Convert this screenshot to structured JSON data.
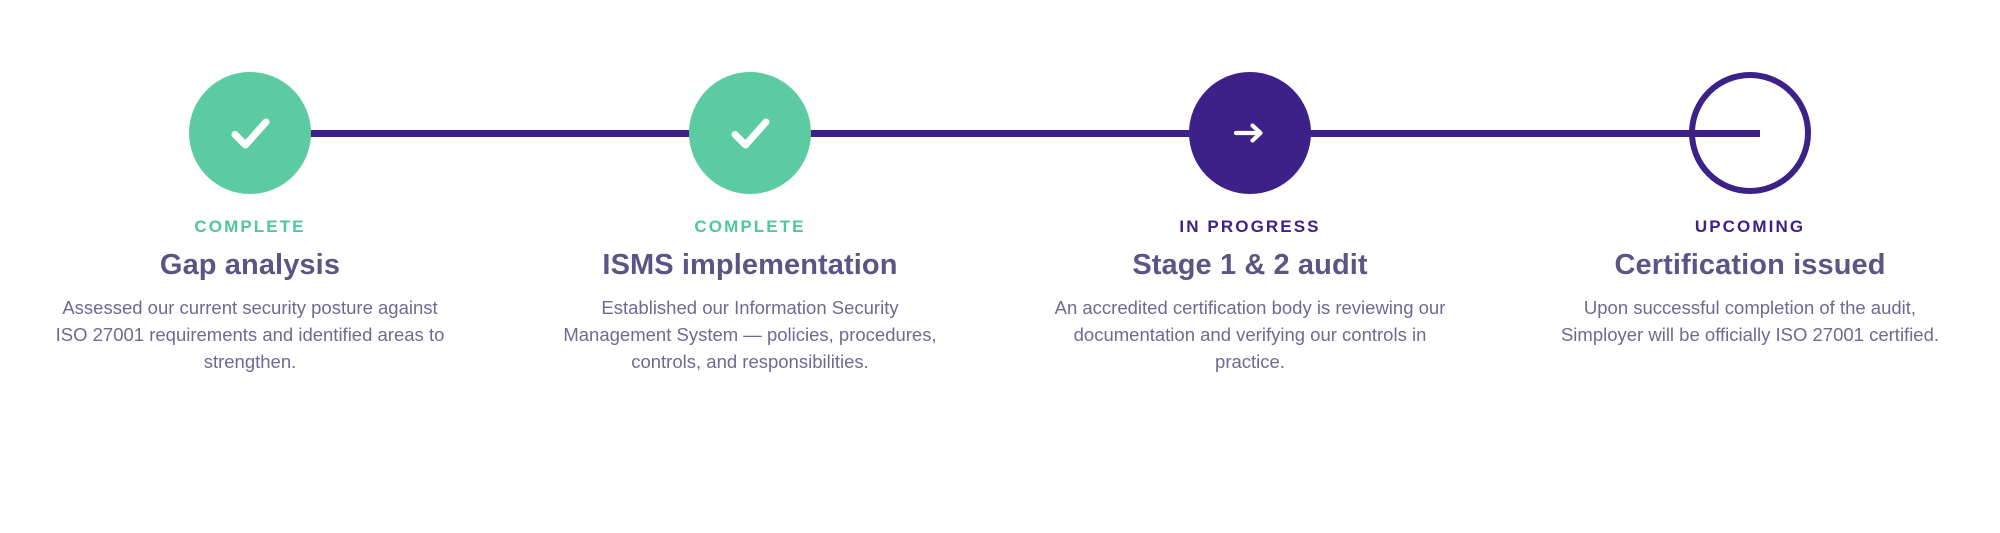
{
  "timeline": {
    "connector_color": "#3D2189",
    "steps": [
      {
        "status_label": "COMPLETE",
        "title": "Gap analysis",
        "description": "Assessed our current security posture against ISO 27001 requirements and identified areas to strengthen.",
        "marker_icon": "check-icon",
        "marker_fill": "#5CCBA2",
        "label_color": "#4FC79B"
      },
      {
        "status_label": "COMPLETE",
        "title": "ISMS implementation",
        "description": "Established our Information Security Management System — policies, procedures, controls, and responsibilities.",
        "marker_icon": "check-icon",
        "marker_fill": "#5CCBA2",
        "label_color": "#4FC79B"
      },
      {
        "status_label": "IN PROGRESS",
        "title": "Stage 1 & 2 audit",
        "description": "An accredited certification body is reviewing our documentation and verifying our controls in practice.",
        "marker_icon": "arrow-right-icon",
        "marker_fill": "#3D2189",
        "label_color": "#3D2189"
      },
      {
        "status_label": "UPCOMING",
        "title": "Certification issued",
        "description": "Upon successful completion of the audit, Simployer will be officially ISO 27001 certified.",
        "marker_icon": "circle-dot-icon",
        "marker_fill": "transparent",
        "label_color": "#3D2189"
      }
    ]
  }
}
